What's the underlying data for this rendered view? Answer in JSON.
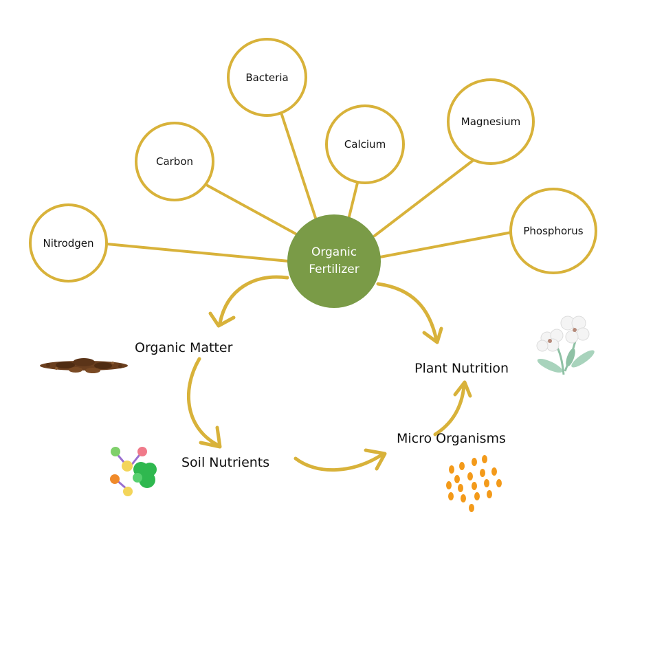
{
  "center": {
    "line1": "Organic",
    "line2": "Fertilizer"
  },
  "components": {
    "nitrogen": "Nitrodgen",
    "carbon": "Carbon",
    "bacteria": "Bacteria",
    "calcium": "Calcium",
    "magnesium": "Magnesium",
    "phosphorus": "Phosphorus"
  },
  "cycle": {
    "organic_matter": "Organic Matter",
    "soil_nutrients": "Soil Nutrients",
    "micro_organisms": "Micro Organisms",
    "plant_nutrition": "Plant Nutrition"
  },
  "colors": {
    "accent": "#d8b23a",
    "center_fill": "#7a9b47",
    "microbe": "#f39a1a"
  }
}
